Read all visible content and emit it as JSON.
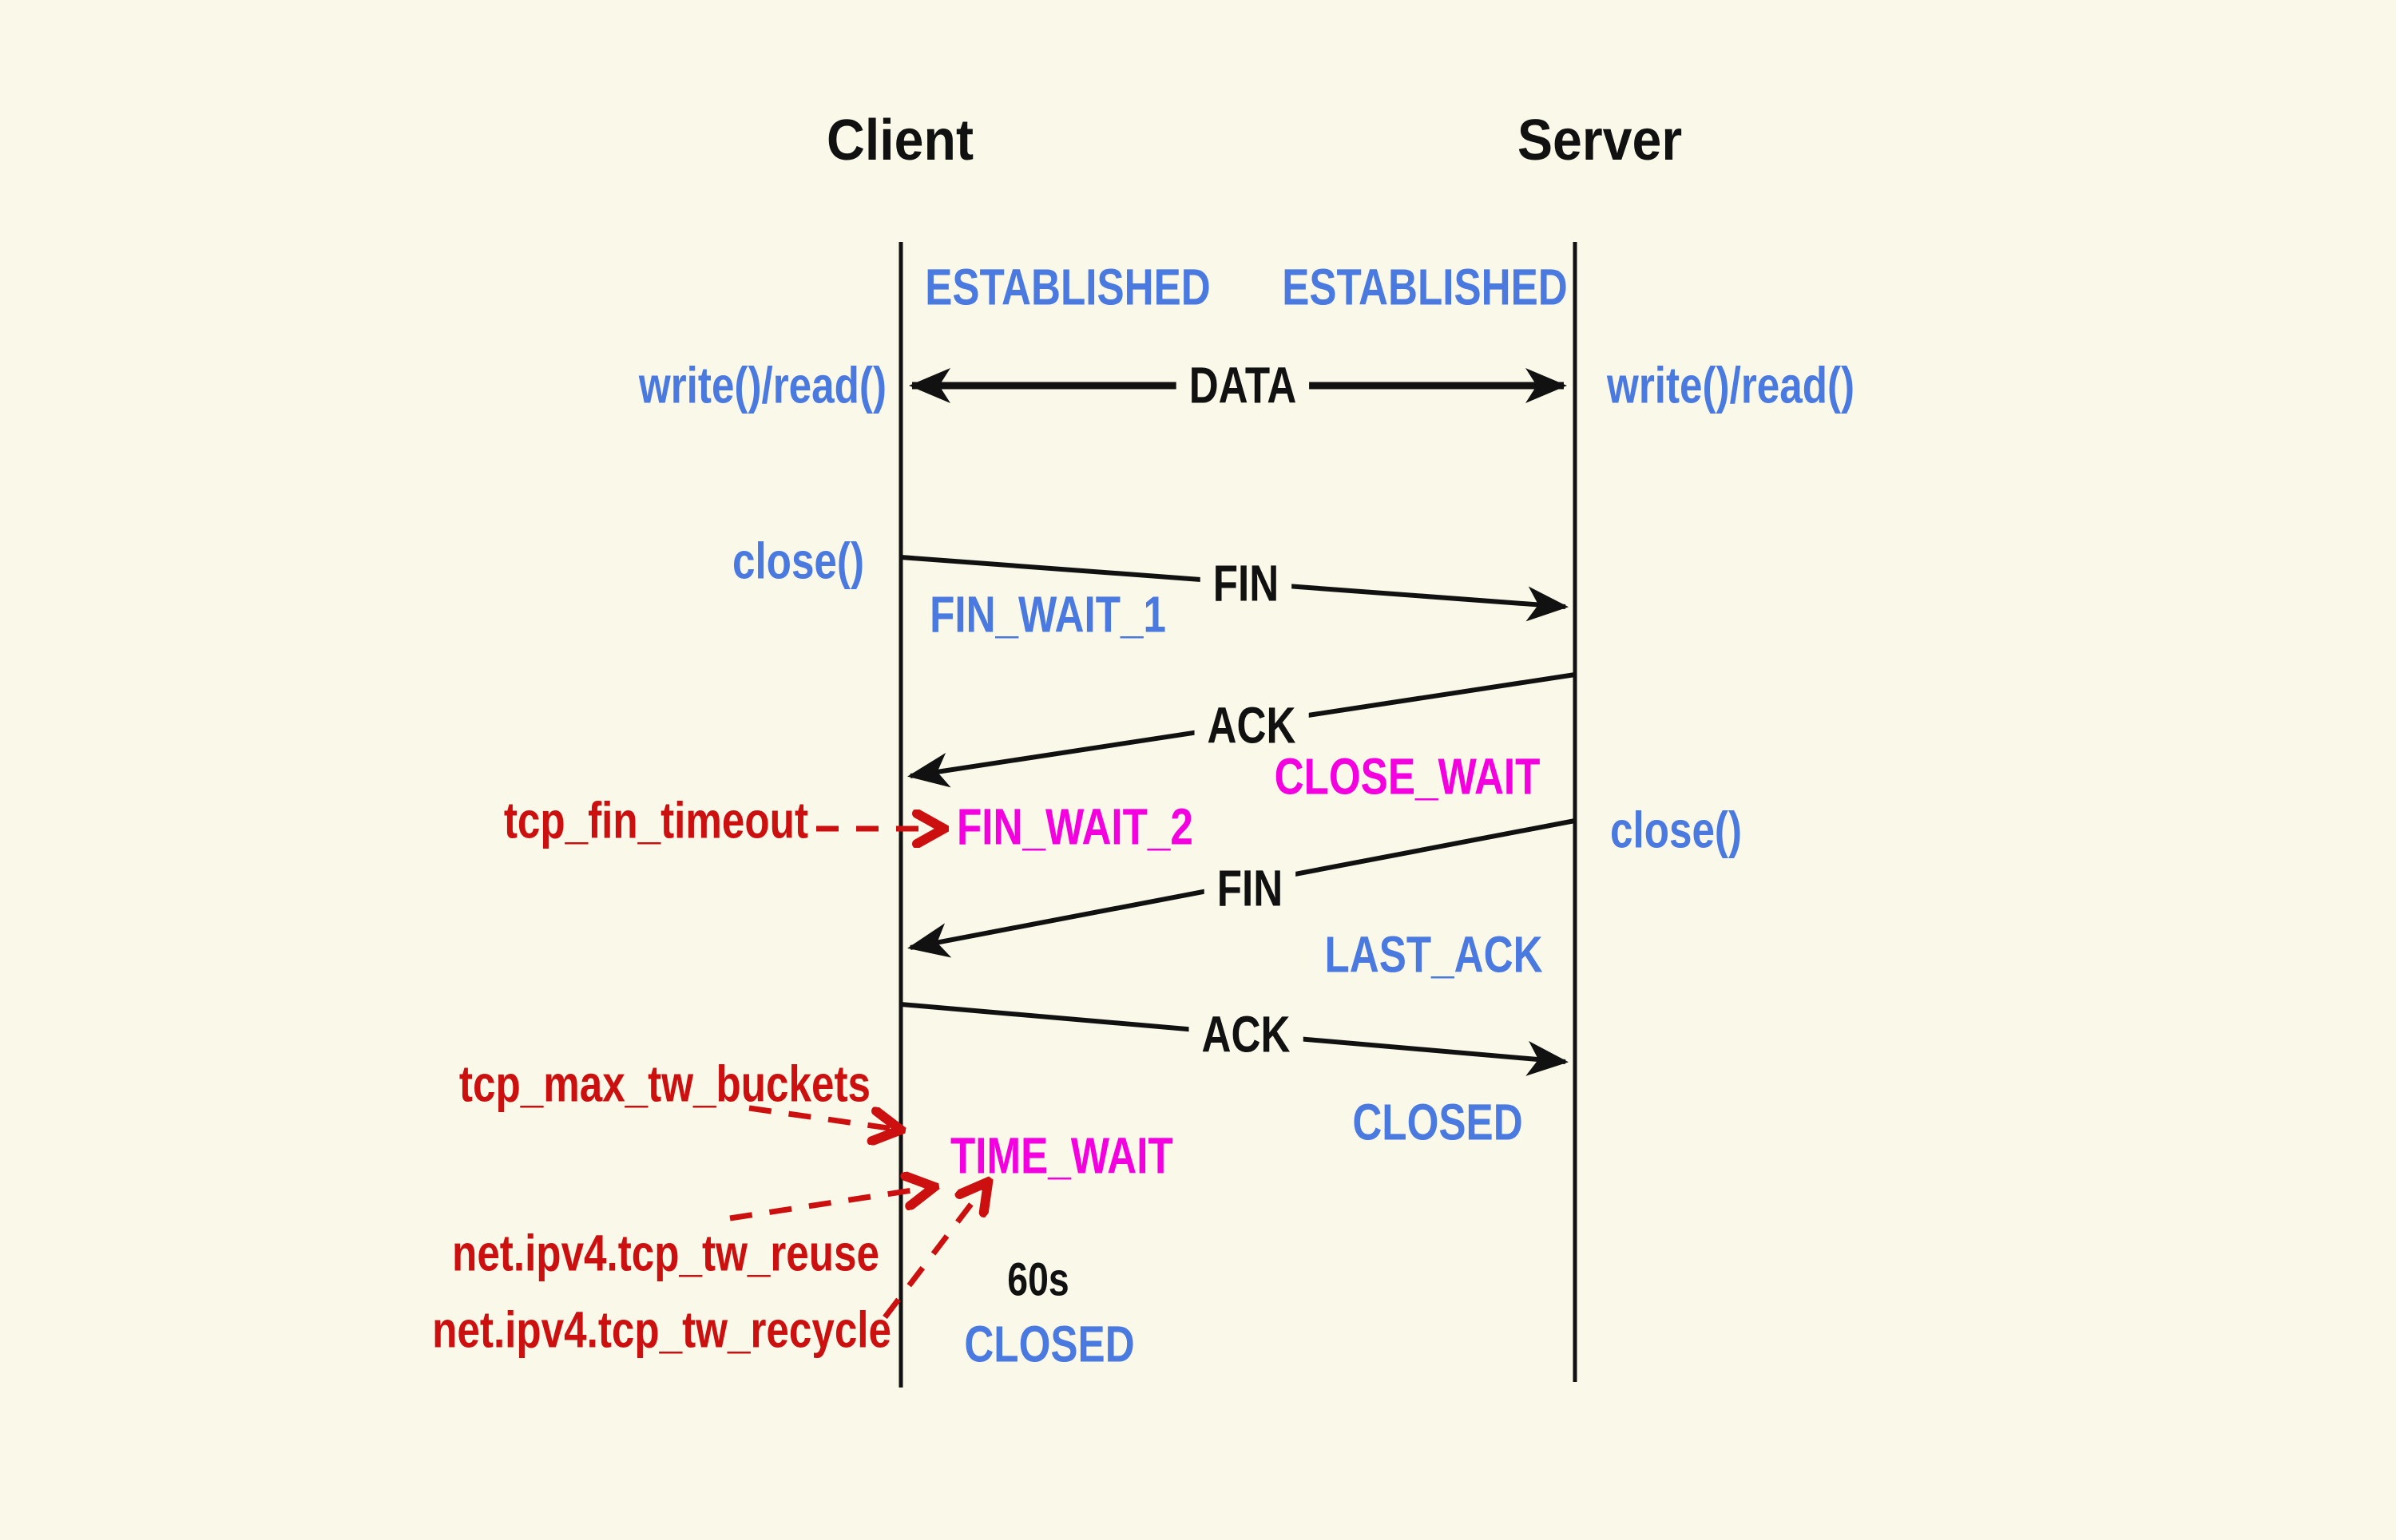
{
  "colors": {
    "background": "#FAF8E8",
    "blue": "#4A79E0",
    "magenta": "#F400E0",
    "red": "#CC1010",
    "black": "#111111"
  },
  "diagram": {
    "client": {
      "title": "Client",
      "states": {
        "established": "ESTABLISHED",
        "fin_wait_1": "FIN_WAIT_1",
        "fin_wait_2": "FIN_WAIT_2",
        "time_wait": "TIME_WAIT",
        "closed": "CLOSED"
      },
      "events": {
        "write_read": "write()/read()",
        "close": "close()"
      }
    },
    "server": {
      "title": "Server",
      "states": {
        "established": "ESTABLISHED",
        "close_wait": "CLOSE_WAIT",
        "last_ack": "LAST_ACK",
        "closed": "CLOSED"
      },
      "events": {
        "write_read": "write()/read()",
        "close": "close()"
      }
    },
    "messages": {
      "data": "DATA",
      "fin_1": "FIN",
      "ack_1": "ACK",
      "fin_2": "FIN",
      "ack_2": "ACK"
    },
    "kernel_params": {
      "fin_timeout": "tcp_fin_timeout",
      "max_tw_buckets": "tcp_max_tw_buckets",
      "tw_reuse": "net.ipv4.tcp_tw_reuse",
      "tw_recycle": "net.ipv4.tcp_tw_recycle"
    },
    "annotations": {
      "time_wait_duration": "60s"
    }
  }
}
